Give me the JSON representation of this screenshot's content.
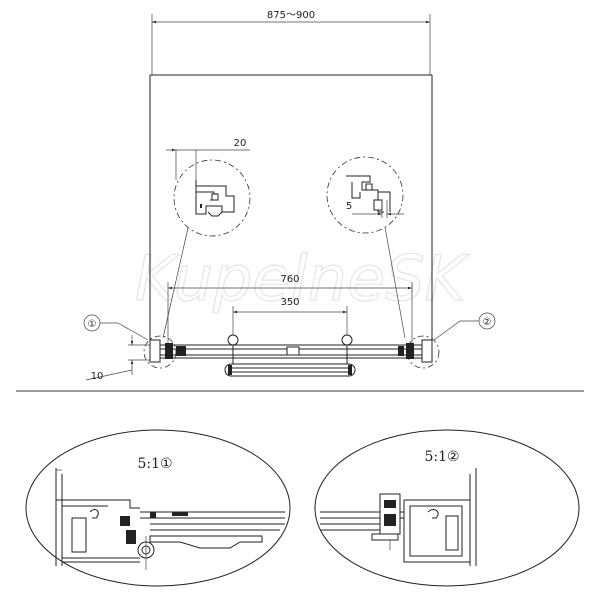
{
  "dimensions": {
    "overall_width": "875～900",
    "detail_offset_left": "20",
    "detail_offset_right": "5",
    "door_width": "760",
    "handle_spacing": "350",
    "floor_gap": "10"
  },
  "callouts": {
    "left_marker": "①",
    "right_marker": "②"
  },
  "details": {
    "left_scale": "5:1①",
    "right_scale": "5:1②"
  },
  "watermark": "KupelneSK"
}
